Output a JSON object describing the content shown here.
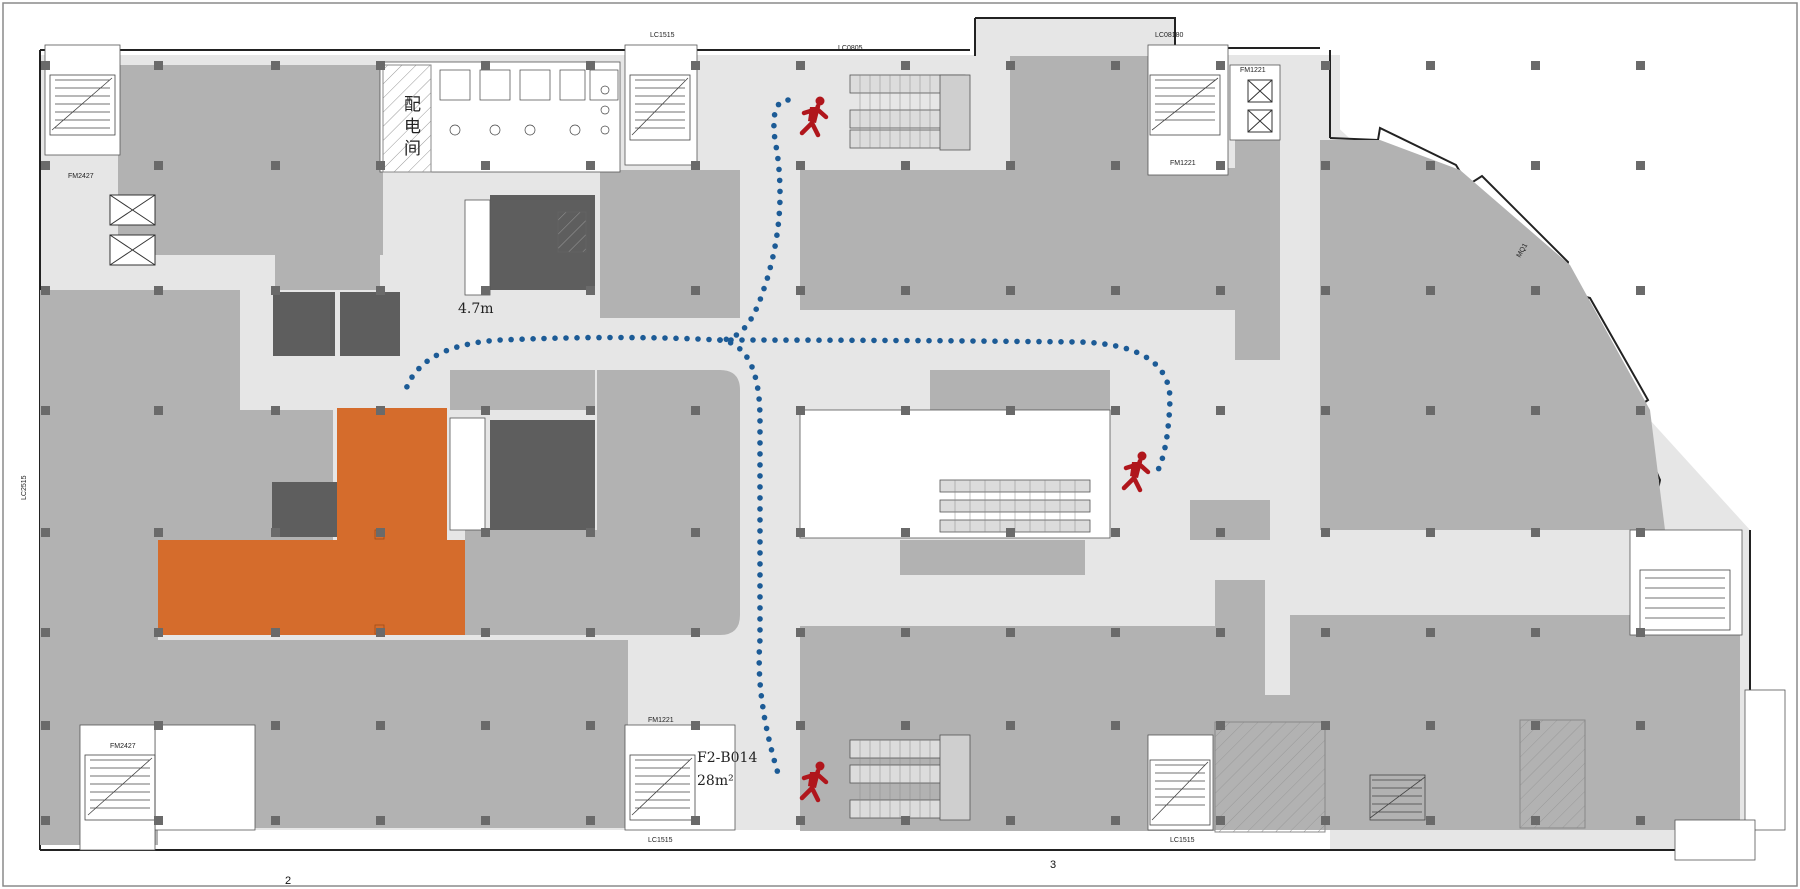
{
  "plan": {
    "room_labels": {
      "distribution_room": [
        "配",
        "电",
        "间"
      ],
      "area_small": "4.7m",
      "unit_code": "F2-B014",
      "unit_area": "28m²"
    },
    "grid_labels": [
      "2",
      "3"
    ],
    "door_codes": {
      "lc_top_left": "LC1515",
      "lc_top_mid": "LC0805",
      "lc_top_right": "LC08180",
      "fm_left_top": "FM2427",
      "fm_left_bottom": "FM2427",
      "fm_center_bottom": "FM1221",
      "fm_right_top": "FM1221",
      "fm_right_top2": "FM1221",
      "lc_bottom_mid": "LC1515",
      "lc_bottom_right": "LC1515",
      "lc_left_side": "LC2515",
      "mq_label": "MQ1"
    },
    "colors": {
      "tenant_gray": "#b2b2b2",
      "corridor": "#e6e6e6",
      "core_dark": "#5e5e5e",
      "highlight_unit": "#d56c2c",
      "route_dots": "#1c5b96",
      "person_icon": "#b0161c"
    },
    "legend_icons": {
      "person": "running-person-icon",
      "escalator": "escalator-icon",
      "stair": "stair-icon",
      "elevator": "elevator-icon"
    }
  }
}
